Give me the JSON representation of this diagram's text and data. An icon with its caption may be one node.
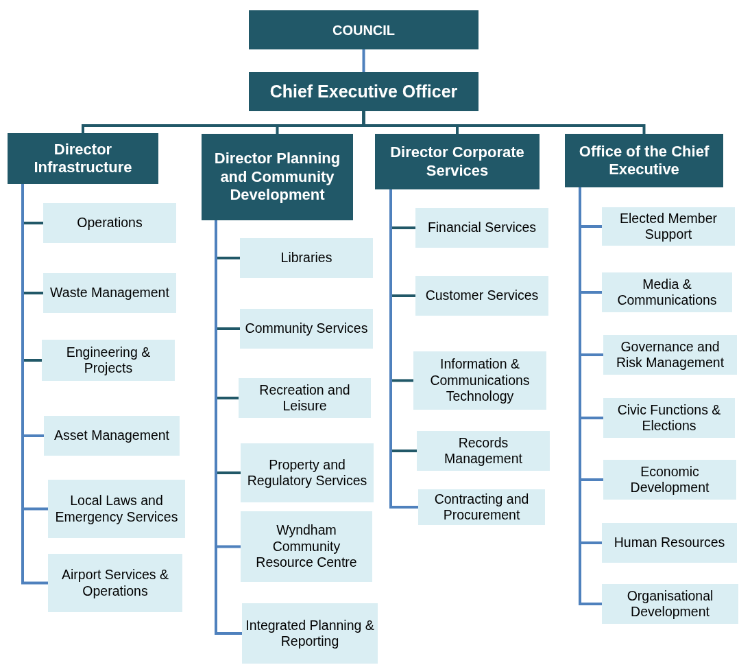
{
  "diagram": {
    "nodes": [
      {
        "text": [
          "COUNCIL"
        ]
      },
      {
        "text": [
          "Chief Executive Officer"
        ]
      },
      {
        "text": [
          "Director Infrastructure"
        ]
      },
      {
        "text": [
          "Director Planning and Community Development"
        ]
      },
      {
        "text": [
          "Director Corporate Services"
        ]
      },
      {
        "text": [
          "Office of the Chief Executive"
        ]
      },
      {
        "text": [
          "Operations"
        ]
      },
      {
        "text": [
          "Waste Management"
        ]
      },
      {
        "text": [
          "Engineering & Projects"
        ]
      },
      {
        "text": [
          "Asset Management"
        ]
      },
      {
        "text": [
          "Local Laws and Emergency Services"
        ]
      },
      {
        "text": [
          "Airport Services & Operations"
        ]
      },
      {
        "text": [
          "Libraries"
        ]
      },
      {
        "text": [
          "Community Services"
        ]
      },
      {
        "text": [
          "Recreation and Leisure"
        ]
      },
      {
        "text": [
          "Property and Regulatory Services"
        ]
      },
      {
        "text": [
          "Wyndham Community Resource Centre"
        ]
      },
      {
        "text": [
          "Integrated Planning & Reporting"
        ]
      },
      {
        "text": [
          "Financial Services"
        ]
      },
      {
        "text": [
          "Customer Services"
        ]
      },
      {
        "text": [
          "Information & Communications Technology"
        ]
      },
      {
        "text": [
          "Records Management"
        ]
      },
      {
        "text": [
          "Contracting and Procurement"
        ]
      },
      {
        "text": [
          "Elected Member Support"
        ]
      },
      {
        "text": [
          "Media & Communications"
        ]
      },
      {
        "text": [
          "Governance and Risk Management"
        ]
      },
      {
        "text": [
          "Civic Functions & Elections"
        ]
      },
      {
        "text": [
          "Economic Development"
        ]
      },
      {
        "text": [
          "Human Resources"
        ]
      },
      {
        "text": [
          "Organisational Development"
        ]
      }
    ],
    "edges": [
      {
        "from": 0,
        "to": 1,
        "arrow": "none",
        "color": "#4f81bd"
      },
      {
        "from": 1,
        "to": 2,
        "arrow": "none"
      },
      {
        "from": 1,
        "to": 3,
        "arrow": "none"
      },
      {
        "from": 1,
        "to": 4,
        "arrow": "none"
      },
      {
        "from": 1,
        "to": 5,
        "arrow": "none"
      },
      {
        "from": 2,
        "to": 6,
        "arrow": "none"
      },
      {
        "from": 2,
        "to": 7,
        "arrow": "none"
      },
      {
        "from": 2,
        "to": 8,
        "arrow": "none"
      },
      {
        "from": 2,
        "to": 9,
        "arrow": "none",
        "color": "#4f81bd"
      },
      {
        "from": 2,
        "to": 10,
        "arrow": "none",
        "color": "#4f81bd"
      },
      {
        "from": 2,
        "to": 11,
        "arrow": "none",
        "color": "#4f81bd"
      },
      {
        "from": 3,
        "to": 12,
        "arrow": "none"
      },
      {
        "from": 3,
        "to": 13,
        "arrow": "none"
      },
      {
        "from": 3,
        "to": 14,
        "arrow": "none"
      },
      {
        "from": 3,
        "to": 15,
        "arrow": "none"
      },
      {
        "from": 3,
        "to": 16,
        "arrow": "none",
        "color": "#4f81bd"
      },
      {
        "from": 3,
        "to": 17,
        "arrow": "none",
        "color": "#4f81bd"
      },
      {
        "from": 4,
        "to": 18,
        "arrow": "none"
      },
      {
        "from": 4,
        "to": 19,
        "arrow": "none"
      },
      {
        "from": 4,
        "to": 20,
        "arrow": "none"
      },
      {
        "from": 4,
        "to": 21,
        "arrow": "none"
      },
      {
        "from": 4,
        "to": 22,
        "arrow": "none",
        "color": "#4f81bd"
      },
      {
        "from": 5,
        "to": 23,
        "arrow": "none",
        "color": "#4f81bd"
      },
      {
        "from": 5,
        "to": 24,
        "arrow": "none",
        "color": "#4f81bd"
      },
      {
        "from": 5,
        "to": 25,
        "arrow": "none",
        "color": "#4f81bd"
      },
      {
        "from": 5,
        "to": 26,
        "arrow": "none",
        "color": "#4f81bd"
      },
      {
        "from": 5,
        "to": 27,
        "arrow": "none",
        "color": "#4f81bd"
      },
      {
        "from": 5,
        "to": 28,
        "arrow": "none",
        "color": "#4f81bd"
      },
      {
        "from": 5,
        "to": 29,
        "arrow": "none",
        "color": "#4f81bd"
      }
    ]
  }
}
